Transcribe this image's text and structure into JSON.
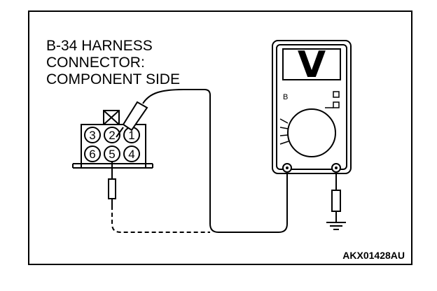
{
  "diagram": {
    "title_lines": [
      "B-34 HARNESS",
      "CONNECTOR:",
      "COMPONENT SIDE"
    ],
    "connector_pins_top": [
      "3",
      "2",
      "1"
    ],
    "connector_pins_bottom": [
      "6",
      "5",
      "4"
    ],
    "meter_display": "V",
    "meter_range_mark": "B",
    "figure_code": "AKX01428AU"
  },
  "colors": {
    "ink": "#000000",
    "background": "#ffffff"
  }
}
